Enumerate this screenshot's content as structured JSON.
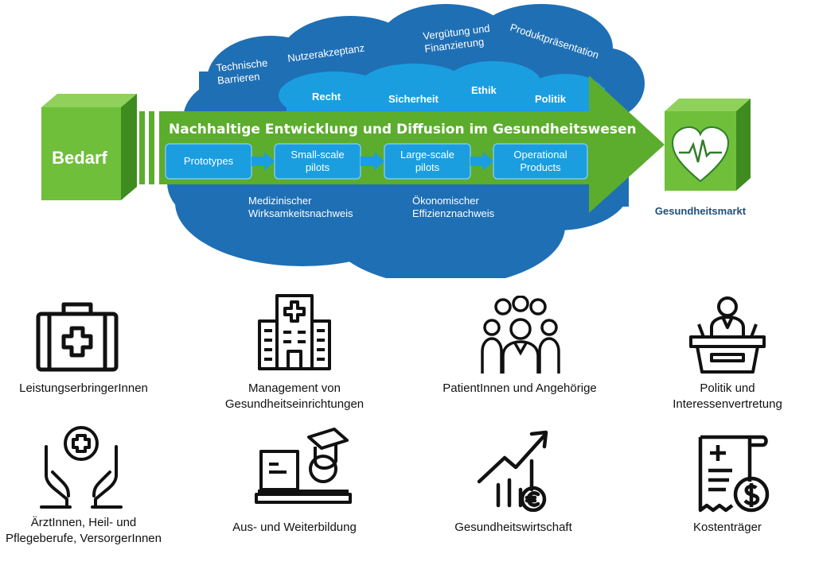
{
  "colors": {
    "cloud_dark": "#1f6fb5",
    "cloud_light": "#1a9ee0",
    "arrow_green": "#5cac2d",
    "box_green": "#6fbf3b",
    "box_dark": "#3e8b1f",
    "step_blue": "#1a9ee0",
    "text_dark_blue": "#1f4e79"
  },
  "left_box": {
    "label": "Bedarf"
  },
  "right_box": {
    "label": "Gesundheitsmarkt",
    "icon": "heart-pulse-icon"
  },
  "arrow_title": "Nachhaltige Entwicklung und Diffusion im Gesundheitswesen",
  "steps": [
    {
      "label": "Prototypes"
    },
    {
      "label": "Small-scale\npilots"
    },
    {
      "label": "Large-scale\npilots"
    },
    {
      "label": "Operational\nProducts"
    }
  ],
  "cloud_outer_labels": [
    {
      "text": "Technische\nBarrieren"
    },
    {
      "text": "Nutzerakzeptanz"
    },
    {
      "text": "Vergütung und\nFinanzierung"
    },
    {
      "text": "Produktpräsentation"
    }
  ],
  "cloud_inner_labels": [
    {
      "text": "Recht"
    },
    {
      "text": "Sicherheit"
    },
    {
      "text": "Ethik"
    },
    {
      "text": "Politik"
    }
  ],
  "cloud_bottom_labels": [
    {
      "text": "Medizinischer\nWirksamkeitsnachweis"
    },
    {
      "text": "Ökonomischer\nEffizienznachweis"
    }
  ],
  "stakeholders": [
    {
      "label": "LeistungserbringerInnen",
      "icon": "medical-kit-icon"
    },
    {
      "label": "Management von\nGesundheitseinrichtungen",
      "icon": "hospital-icon"
    },
    {
      "label": "PatientInnen und\nAngehörige",
      "icon": "patients-group-icon"
    },
    {
      "label": "Politik und\nInteressenvertretung",
      "icon": "speaker-podium-icon"
    },
    {
      "label": "ÄrztInnen, Heil- und\nPflegeberufe,\nVersorgerInnen",
      "icon": "caring-hands-icon"
    },
    {
      "label": "Aus- und Weiterbildung",
      "icon": "education-icon"
    },
    {
      "label": "Gesundheitswirtschaft",
      "icon": "growth-chart-icon"
    },
    {
      "label": "Kostenträger",
      "icon": "cost-bill-icon"
    }
  ]
}
